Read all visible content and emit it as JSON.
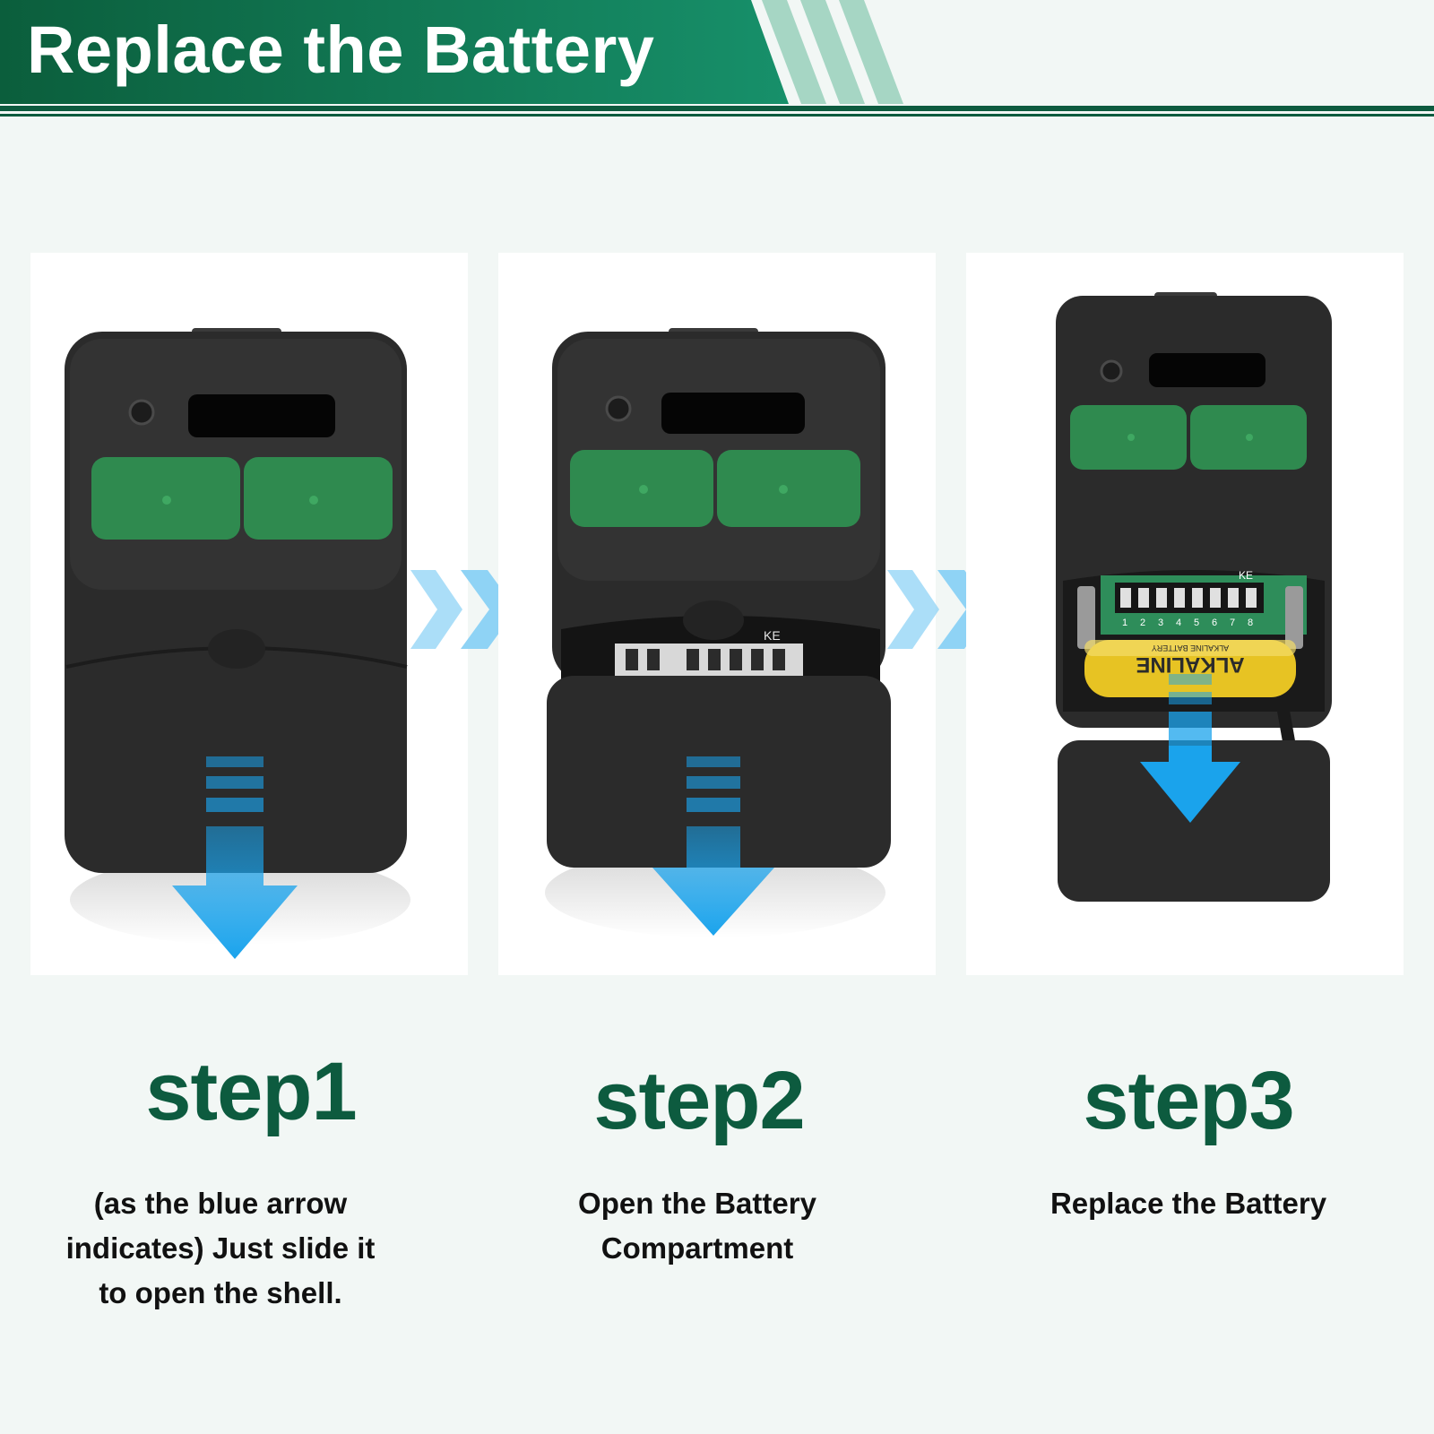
{
  "header": {
    "title": "Replace the Battery"
  },
  "colors": {
    "header_green_dark": "#0b5e3c",
    "header_green_light": "#17906a",
    "stripe_light": "#a6d6c4",
    "step_title_green": "#0d5b3f",
    "arrow_blue": "#1aa3ec",
    "chevron_blue": "#8fd3f5",
    "remote_body": "#2b2b2b",
    "button_green": "#2f8a4f",
    "battery_yellow": "#e7c323"
  },
  "remote": {
    "dip_label": "KE",
    "dip_numbers": [
      "1",
      "2",
      "3",
      "4",
      "5",
      "6",
      "7",
      "8"
    ],
    "battery_label": "ALKALINE",
    "battery_sublabel": "ALKALINE BATTERY"
  },
  "steps": [
    {
      "title": "step1",
      "description_lines": [
        "(as the blue arrow",
        "indicates) Just slide it",
        "to open the shell."
      ]
    },
    {
      "title": "step2",
      "description_lines": [
        "Open the Battery",
        "Compartment"
      ]
    },
    {
      "title": "step3",
      "description_lines": [
        "Replace the Battery"
      ]
    }
  ]
}
